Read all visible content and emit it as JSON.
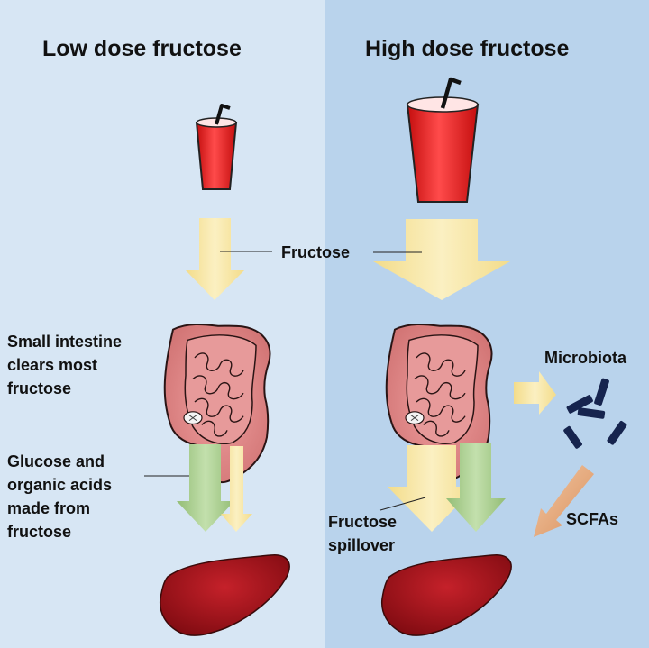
{
  "titles": {
    "low_dose": "Low dose fructose",
    "high_dose": "High dose fructose"
  },
  "labels": {
    "fructose": "Fructose",
    "small_intestine": [
      "Small intestine",
      "clears most",
      "fructose"
    ],
    "glucose_acids": [
      "Glucose and",
      "organic acids",
      "made from",
      "fructose"
    ],
    "microbiota": "Microbiota",
    "spillover": [
      "Fructose",
      "spillover"
    ],
    "scfas": "SCFAs"
  },
  "colors": {
    "left_background": "#d7e6f4",
    "right_background": "#b9d3ec",
    "fructose_arrow": "#f7e6a5",
    "glucose_arrow": "#a7cc8c",
    "scfa_arrow": "#e6ad82",
    "drink": "#e81f1f",
    "intestine": "#e08b8b",
    "liver": "#a5121a",
    "bacteria": "#16244e"
  },
  "icons": [
    "cup-icon",
    "intestine-icon",
    "liver-icon",
    "bacteria-icon"
  ]
}
